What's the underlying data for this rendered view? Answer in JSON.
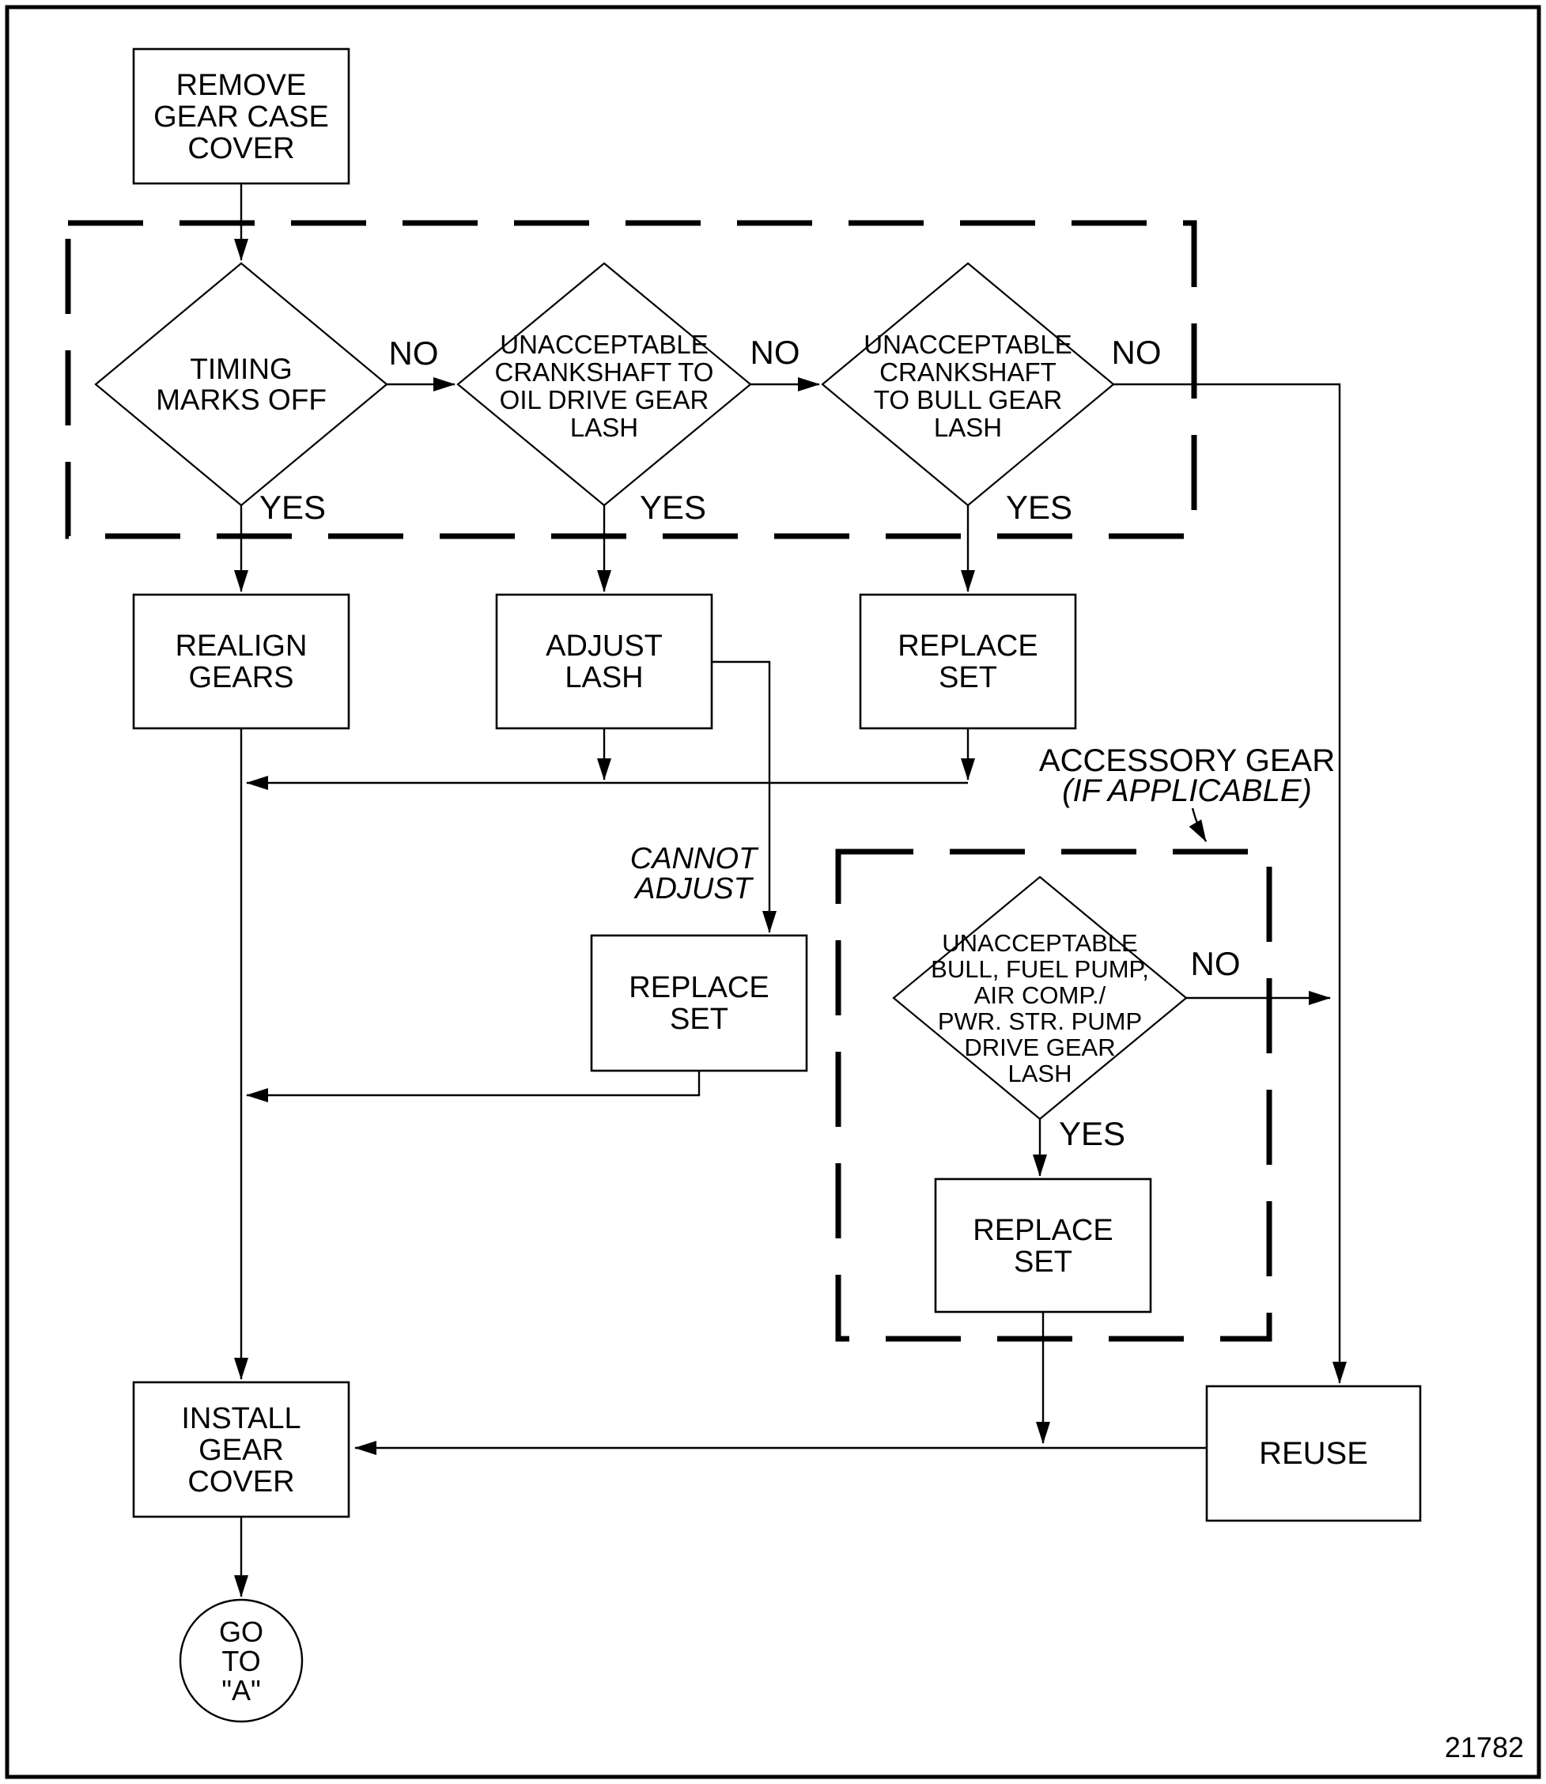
{
  "figure_number": "21782",
  "colors": {
    "ink": "#000000",
    "paper": "#ffffff"
  },
  "nodes": {
    "remove": {
      "lines": [
        "REMOVE",
        "GEAR CASE",
        "COVER"
      ]
    },
    "timing": {
      "lines": [
        "TIMING",
        "MARKS OFF"
      ]
    },
    "oil_lash": {
      "lines": [
        "UNACCEPTABLE",
        "CRANKSHAFT TO",
        "OIL DRIVE GEAR",
        "LASH"
      ]
    },
    "bull_lash": {
      "lines": [
        "UNACCEPTABLE",
        "CRANKSHAFT",
        "TO BULL GEAR",
        "LASH"
      ]
    },
    "realign": {
      "lines": [
        "REALIGN",
        "GEARS"
      ]
    },
    "adjust": {
      "lines": [
        "ADJUST",
        "LASH"
      ]
    },
    "replace_crank": {
      "lines": [
        "REPLACE",
        "SET"
      ]
    },
    "replace_cannot": {
      "lines": [
        "REPLACE",
        "SET"
      ]
    },
    "acc_lash": {
      "lines": [
        "UNACCEPTABLE",
        "BULL, FUEL PUMP,",
        "AIR COMP./",
        "PWR. STR. PUMP",
        "DRIVE GEAR",
        "LASH"
      ]
    },
    "replace_acc": {
      "lines": [
        "REPLACE",
        "SET"
      ]
    },
    "install": {
      "lines": [
        "INSTALL",
        "GEAR",
        "COVER"
      ]
    },
    "reuse": {
      "label": "REUSE"
    },
    "goto_a": {
      "lines": [
        "GO",
        "TO",
        "\"A\""
      ]
    }
  },
  "labels": {
    "no": "NO",
    "yes": "YES",
    "cannot_adjust": [
      "CANNOT",
      "ADJUST"
    ],
    "accessory": [
      "ACCESSORY GEAR",
      "(IF APPLICABLE)"
    ]
  }
}
